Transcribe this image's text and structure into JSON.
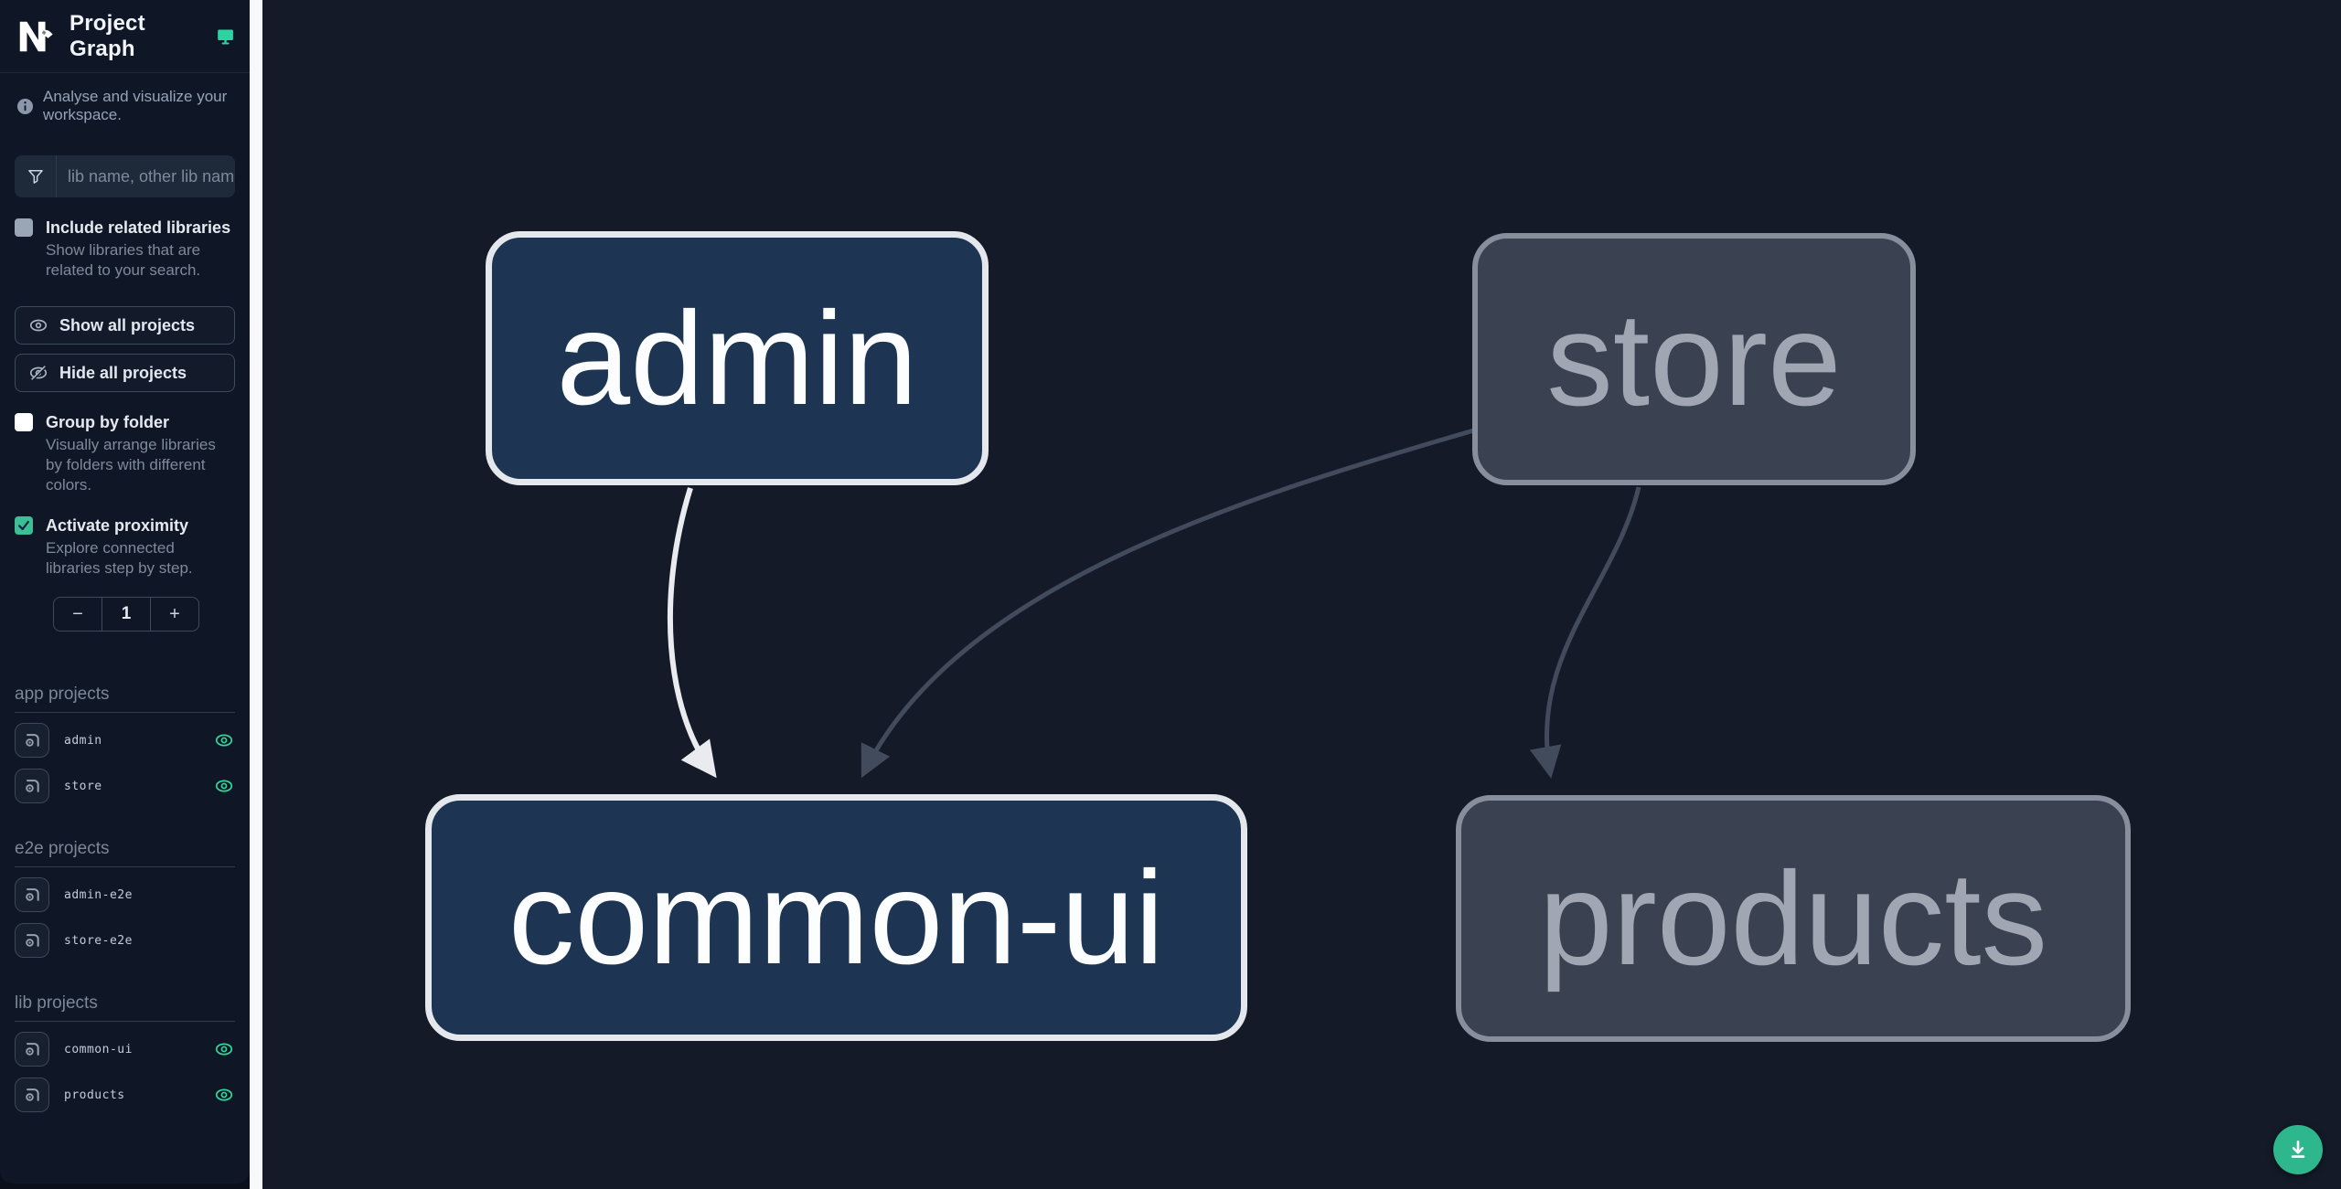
{
  "header": {
    "title": "Project Graph",
    "logo_icon": "nx-logo",
    "monitor_icon": "monitor-icon"
  },
  "sidebar": {
    "tagline": "Analyse and visualize your workspace.",
    "filter": {
      "placeholder": "lib name, other lib name",
      "icon": "funnel-icon",
      "value": ""
    },
    "toggles": [
      {
        "label": "Include related libraries",
        "description": "Show libraries that are related to your search.",
        "checked": false
      },
      {
        "label": "Group by folder",
        "description": "Visually arrange libraries by folders with different colors.",
        "checked": false
      },
      {
        "label": "Activate proximity",
        "description": "Explore connected libraries step by step.",
        "checked": true
      }
    ],
    "buttons": [
      {
        "label": "Show all projects",
        "icon": "eye-icon"
      },
      {
        "label": "Hide all projects",
        "icon": "eye-off-icon"
      }
    ],
    "proximity_stepper": {
      "decrement": "−",
      "value": "1",
      "increment": "+"
    },
    "sections": [
      {
        "heading": "app projects",
        "items": [
          {
            "name": "admin",
            "eye": true
          },
          {
            "name": "store",
            "eye": true
          }
        ]
      },
      {
        "heading": "e2e projects",
        "items": [
          {
            "name": "admin-e2e",
            "eye": false
          },
          {
            "name": "store-e2e",
            "eye": false
          }
        ]
      },
      {
        "heading": "lib projects",
        "items": [
          {
            "name": "common-ui",
            "eye": true
          },
          {
            "name": "products",
            "eye": true
          }
        ]
      }
    ]
  },
  "graph": {
    "nodes": [
      {
        "id": "admin",
        "label": "admin",
        "state": "focused"
      },
      {
        "id": "store",
        "label": "store",
        "state": "faded"
      },
      {
        "id": "common-ui",
        "label": "common-ui",
        "state": "focused"
      },
      {
        "id": "products",
        "label": "products",
        "state": "faded"
      }
    ],
    "edges": [
      {
        "source": "admin",
        "target": "common-ui",
        "highlighted": true
      },
      {
        "source": "store",
        "target": "common-ui",
        "highlighted": false
      },
      {
        "source": "store",
        "target": "products",
        "highlighted": false
      }
    ]
  },
  "fab": {
    "icon": "download-icon"
  },
  "colors": {
    "accent": "#2eb68c",
    "eye_icon": "#34d399",
    "focused_node_fill": "#1d3552",
    "focused_node_border": "#e4e7eb",
    "faded_node_fill": "#3a4150",
    "faded_node_border": "#878f9d",
    "edge_highlight": "#e9ebee",
    "edge_dim": "#424b5b",
    "sidebar_bg": "#0f1726",
    "canvas_bg": "#141a28"
  }
}
